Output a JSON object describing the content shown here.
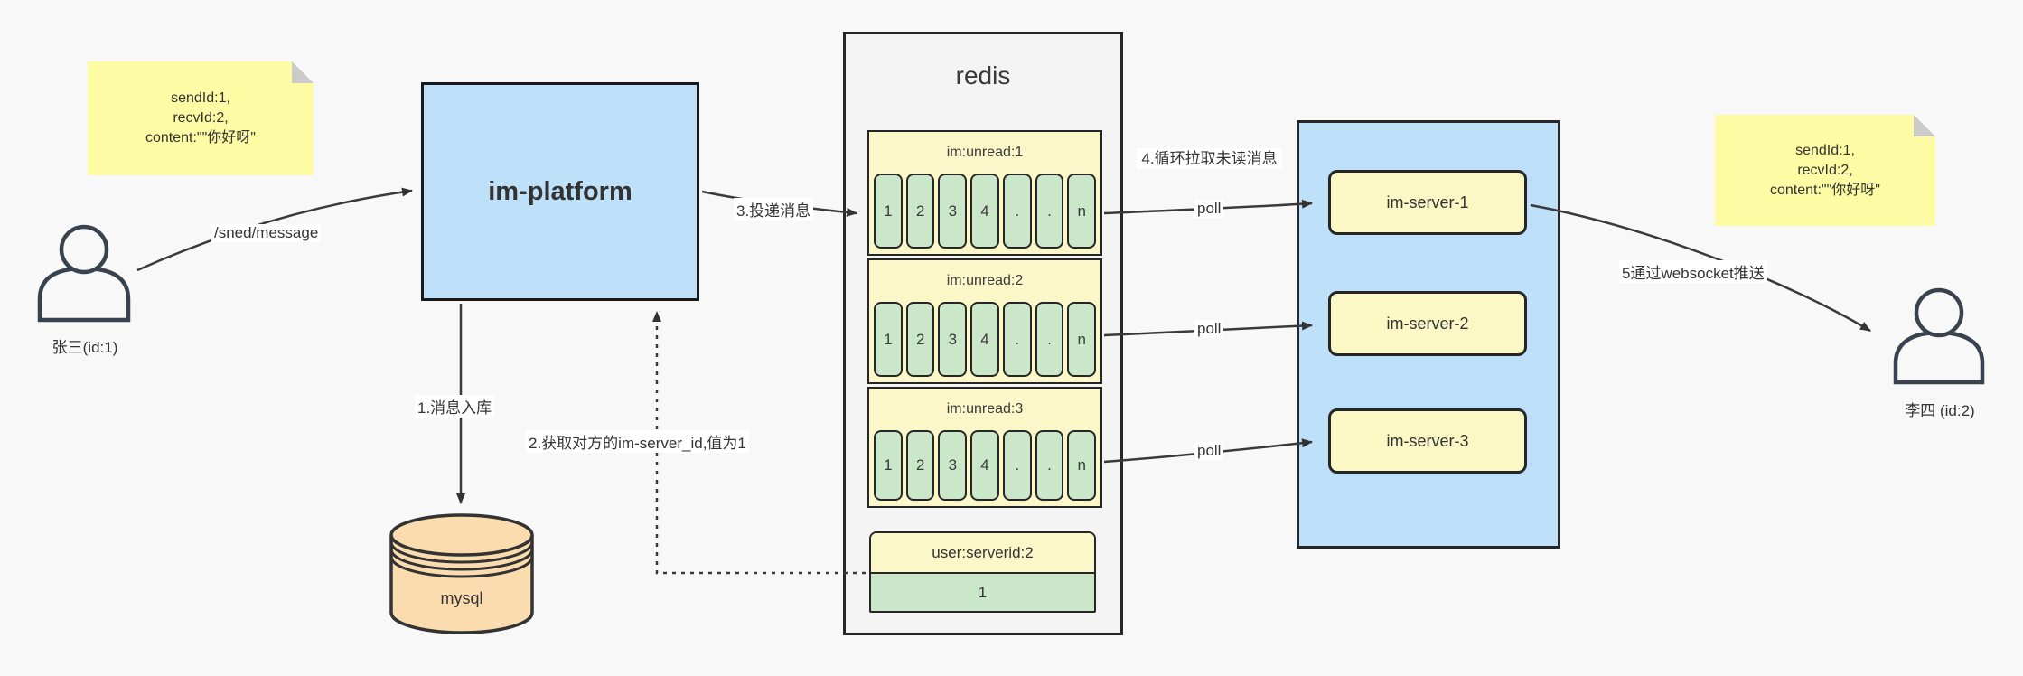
{
  "colors": {
    "canvas": "#F8F8F8",
    "accent_blue": "#BEE0F8",
    "note_yellow": "#FDFBA3",
    "box_yellow": "#FBF7C8",
    "cell_green": "#CBE7CA",
    "db_orange": "#FBDCAE",
    "line_dark": "#3A3A3A"
  },
  "actors": {
    "sender": {
      "label": "张三(id:1)"
    },
    "receiver": {
      "label": "李四 (id:2)"
    }
  },
  "notes": {
    "left": {
      "lines": [
        "sendId:1,",
        "recvId:2,",
        "content:\"\"你好呀\""
      ]
    },
    "right": {
      "lines": [
        "sendId:1,",
        "recvId:2,",
        "content:\"\"你好呀\""
      ]
    }
  },
  "platform": {
    "label": "im-platform"
  },
  "database": {
    "label": "mysql"
  },
  "redis": {
    "title": "redis",
    "queues": [
      {
        "header": "im:unread:1",
        "cells": [
          "1",
          "2",
          "3",
          "4",
          ".",
          ".",
          "n"
        ]
      },
      {
        "header": "im:unread:2",
        "cells": [
          "1",
          "2",
          "3",
          "4",
          ".",
          ".",
          "n"
        ]
      },
      {
        "header": "im:unread:3",
        "cells": [
          "1",
          "2",
          "3",
          "4",
          ".",
          ".",
          "n"
        ]
      }
    ],
    "kv": {
      "header": "user:serverid:2",
      "value": "1"
    }
  },
  "cluster": {
    "servers": [
      {
        "label": "im-server-1"
      },
      {
        "label": "im-server-2"
      },
      {
        "label": "im-server-3"
      }
    ]
  },
  "edges": {
    "send": "/sned/message",
    "step1": "1.消息入库",
    "step2": "2.获取对方的im-server_id,值为1",
    "step3": "3.投递消息",
    "step4": "4.循环拉取未读消息",
    "poll": "poll",
    "step5": "5通过websocket推送"
  }
}
